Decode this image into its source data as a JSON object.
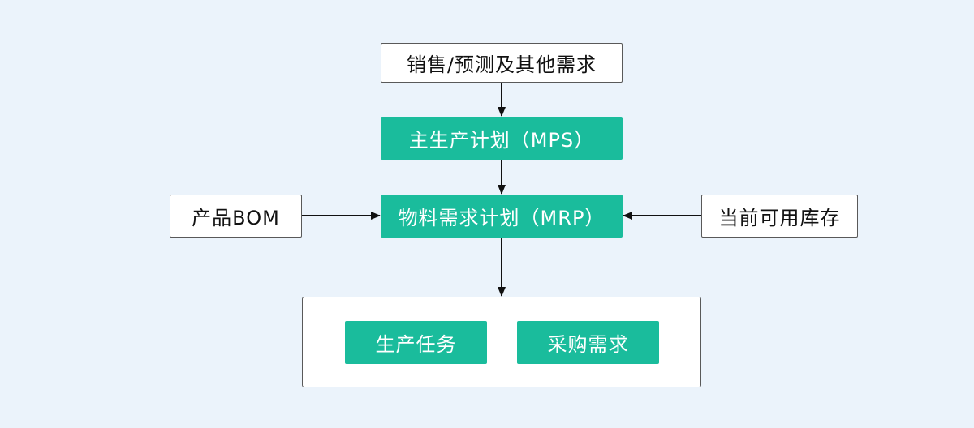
{
  "nodes": {
    "sales_demand": "销售/预测及其他需求",
    "mps": "主生产计划（MPS）",
    "mrp": "物料需求计划（MRP）",
    "bom": "产品BOM",
    "inventory": "当前可用库存",
    "production_task": "生产任务",
    "purchase_demand": "采购需求"
  },
  "colors": {
    "background": "#ebf3fb",
    "accent_green": "#1abc9c",
    "border": "#595959",
    "arrow": "#111111"
  }
}
